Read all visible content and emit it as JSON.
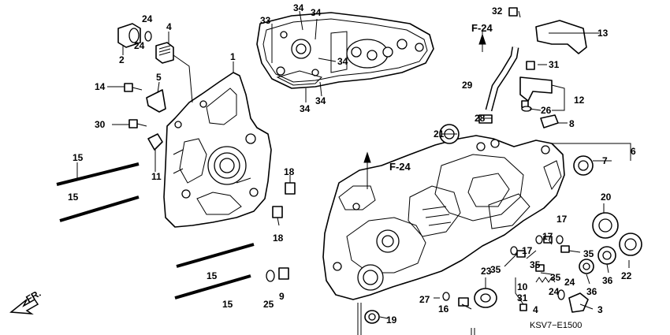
{
  "diagram_code": "KSV7−E1500",
  "front_indicator": "FR.",
  "callouts": [
    {
      "id": "c1",
      "text": "1"
    },
    {
      "id": "c2",
      "text": "2"
    },
    {
      "id": "c3",
      "text": "3"
    },
    {
      "id": "c4a",
      "text": "4"
    },
    {
      "id": "c4b",
      "text": "4"
    },
    {
      "id": "c5",
      "text": "5"
    },
    {
      "id": "c6",
      "text": "6"
    },
    {
      "id": "c7",
      "text": "7"
    },
    {
      "id": "c8",
      "text": "8"
    },
    {
      "id": "c9",
      "text": "9"
    },
    {
      "id": "c10",
      "text": "10"
    },
    {
      "id": "c11",
      "text": "11"
    },
    {
      "id": "c12",
      "text": "12"
    },
    {
      "id": "c13",
      "text": "13"
    },
    {
      "id": "c14",
      "text": "14"
    },
    {
      "id": "c15a",
      "text": "15"
    },
    {
      "id": "c15b",
      "text": "15"
    },
    {
      "id": "c15c",
      "text": "15"
    },
    {
      "id": "c15d",
      "text": "15"
    },
    {
      "id": "c16",
      "text": "16"
    },
    {
      "id": "c17a",
      "text": "17"
    },
    {
      "id": "c17b",
      "text": "17"
    },
    {
      "id": "c17c",
      "text": "17"
    },
    {
      "id": "c18a",
      "text": "18"
    },
    {
      "id": "c18b",
      "text": "18"
    },
    {
      "id": "c19",
      "text": "19"
    },
    {
      "id": "c20",
      "text": "20"
    },
    {
      "id": "c21",
      "text": "21"
    },
    {
      "id": "c22",
      "text": "22"
    },
    {
      "id": "c23",
      "text": "23"
    },
    {
      "id": "c24a",
      "text": "24"
    },
    {
      "id": "c24b",
      "text": "24"
    },
    {
      "id": "c24c",
      "text": "24"
    },
    {
      "id": "c24d",
      "text": "24"
    },
    {
      "id": "c25",
      "text": "25"
    },
    {
      "id": "c26",
      "text": "26"
    },
    {
      "id": "c27",
      "text": "27"
    },
    {
      "id": "c28",
      "text": "28"
    },
    {
      "id": "c29",
      "text": "29"
    },
    {
      "id": "c30",
      "text": "30"
    },
    {
      "id": "c31a",
      "text": "31"
    },
    {
      "id": "c31b",
      "text": "31"
    },
    {
      "id": "c32",
      "text": "32"
    },
    {
      "id": "c33",
      "text": "33"
    },
    {
      "id": "c34a",
      "text": "34"
    },
    {
      "id": "c34b",
      "text": "34"
    },
    {
      "id": "c34c",
      "text": "34"
    },
    {
      "id": "c34d",
      "text": "34"
    },
    {
      "id": "c34e",
      "text": "34"
    },
    {
      "id": "c35a",
      "text": "35"
    },
    {
      "id": "c35b",
      "text": "35"
    },
    {
      "id": "c35c",
      "text": "35"
    },
    {
      "id": "c35d",
      "text": "35"
    },
    {
      "id": "c36a",
      "text": "36"
    },
    {
      "id": "c36b",
      "text": "36"
    }
  ],
  "references": {
    "f24_top": "F-24",
    "f24_case": "F-24"
  }
}
